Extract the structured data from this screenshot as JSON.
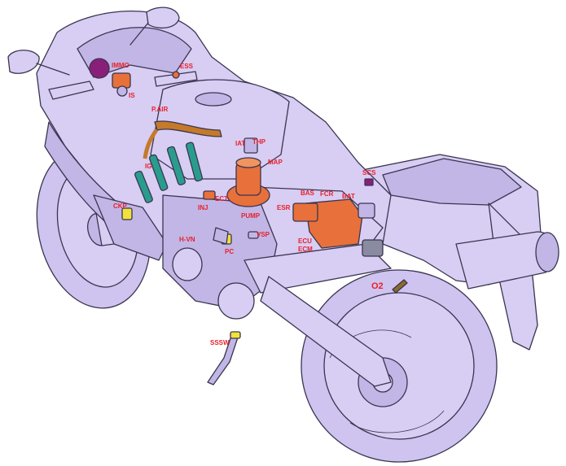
{
  "colors": {
    "body_fill": "#d8cdf3",
    "body_shade": "#c2b6e6",
    "outline": "#3a3550",
    "label": "#e8202a",
    "coil_teal": "#2a9c8e",
    "component_orange": "#e8703a",
    "hose_brown": "#c47a2a",
    "sensor_yellow": "#f0e23a",
    "immo_purple": "#8a1f7a"
  },
  "labels": {
    "immo": "IMMO",
    "ess": "ESS",
    "is": "IS",
    "p_air": "P.AIR",
    "iat": "IAT",
    "thp": "THP",
    "map": "MAP",
    "ig": "IG",
    "ect": "ECT",
    "inj": "INJ",
    "pump": "PUMP",
    "scs": "SCS",
    "bas": "BAS",
    "fcr": "FCR",
    "bat": "BAT",
    "esr": "ESR",
    "ckp": "CKP",
    "h_vn": "H-VN",
    "pc": "PC",
    "vsp": "VSP",
    "ecu": "ECU",
    "ecm": "ECM",
    "o2": "O2",
    "sssw": "SSSW"
  }
}
